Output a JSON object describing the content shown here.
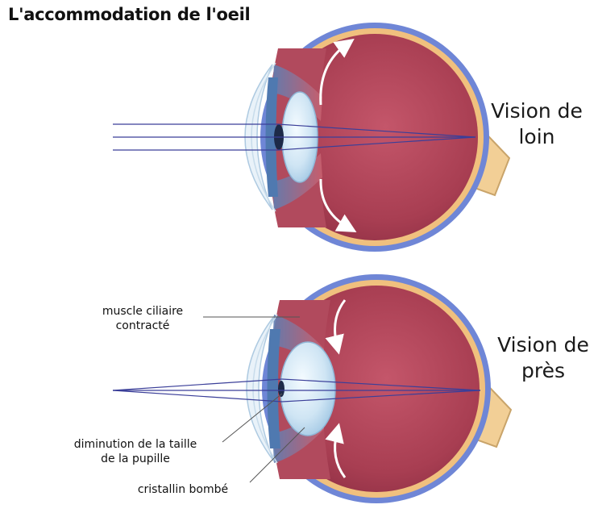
{
  "title": "L'accommodation de l'oeil",
  "far": {
    "line1": "Vision de",
    "line2": "loin"
  },
  "near": {
    "line1": "Vision de",
    "line2": "près"
  },
  "annotations": {
    "ciliary": {
      "line1": "muscle ciliaire",
      "line2": "contracté"
    },
    "pupil": {
      "line1": "diminution de la taille",
      "line2": "de la pupille"
    },
    "lens": {
      "line1": "cristallin bombé"
    }
  },
  "colors": {
    "sclera": "#6f86d6",
    "retina": "#f0c07e",
    "vitreous": "#b84a5c",
    "choroid": "#c25a66",
    "lens": "#d6eaf7",
    "cornea": "#e8f2f9",
    "rays": "#3b3f99",
    "optic_nerve": "#f2cf96"
  }
}
